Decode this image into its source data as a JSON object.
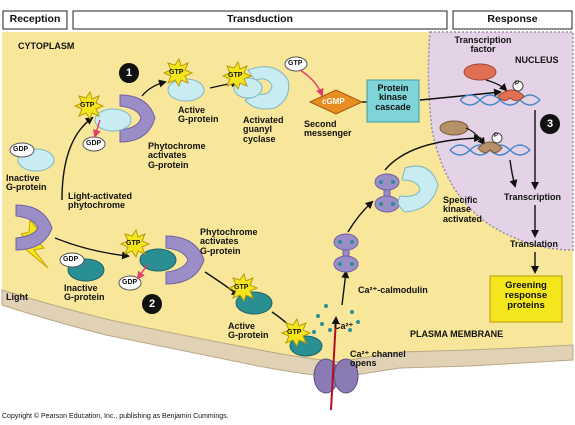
{
  "headers": {
    "reception": "Reception",
    "transduction": "Transduction",
    "response": "Response"
  },
  "labels": {
    "cytoplasm": "CYTOPLASM",
    "nucleus": "NUCLEUS",
    "plasma_membrane": "PLASMA MEMBRANE",
    "light": "Light",
    "inactive_g1": "Inactive\nG-protein",
    "light_activated": "Light-activated\nphytochrome",
    "phyto_activates_1": "Phytochrome\nactivates\nG-protein",
    "active_g1": "Active\nG-protein",
    "activated_guanyl": "Activated\nguanyl\ncyclase",
    "second_messenger": "Second\nmessenger",
    "protein_kinase": "Protein\nkinase\ncascade",
    "cgmp": "cGMP",
    "transcription_factor": "Transcription\nfactor",
    "phospho": "P",
    "inactive_g2": "Inactive\nG-protein",
    "phyto_activates_2": "Phytochrome\nactivates\nG-protein",
    "active_g2": "Active\nG-protein",
    "calmodulin": "Ca²⁺-calmodulin",
    "ca_ion": "Ca²⁺",
    "ca_channel": "Ca²⁺ channel\nopens",
    "specific_kinase": "Specific\nkinase\nactivated",
    "transcription": "Transcription",
    "translation": "Translation",
    "greening": "Greening\nresponse\nproteins",
    "gtp": "GTP",
    "gdp": "GDP",
    "step1": "1",
    "step2": "2",
    "step3": "3",
    "copyright": "Copyright © Pearson Education, Inc., publishing as Benjamin Cummings."
  },
  "colors": {
    "cytoplasm": "#f8e79a",
    "nucleus": "#e4d3e6",
    "membrane": "#e1d2b6",
    "phytochrome": "#9b8ec6",
    "g_light": "#c9ecf2",
    "g_dark": "#2a8f92",
    "gtp": "#f4e61c",
    "kinase_box": "#7fd4d9",
    "cgmp": "#e88d20",
    "greening": "#f4e61c",
    "tf_red": "#e07052"
  }
}
